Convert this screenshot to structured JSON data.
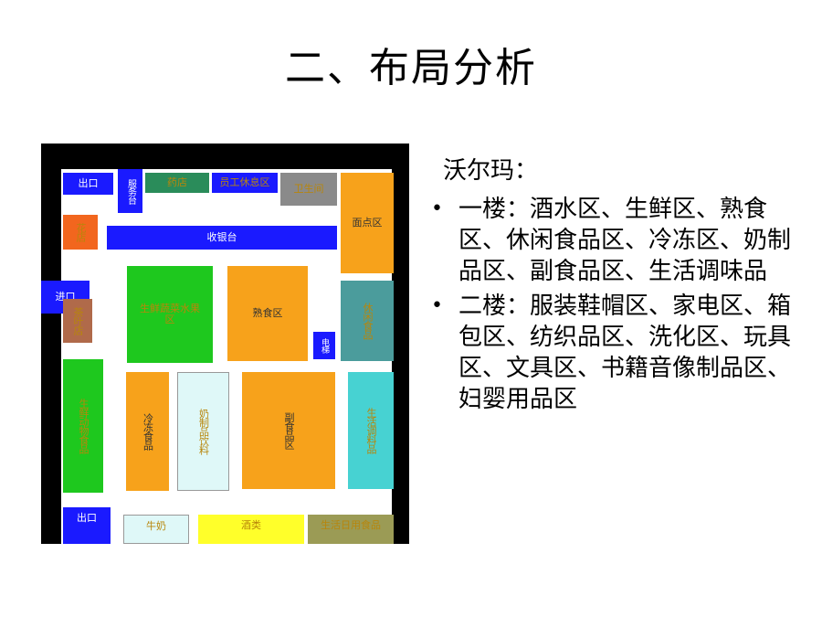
{
  "title": "二、布局分析",
  "colors": {
    "blue": "#1a1aff",
    "green": "#2a8c5a",
    "grey": "#8a8a8a",
    "orange": "#f7a21b",
    "brightgreen": "#1ec81e",
    "teal": "#4b9c9c",
    "cyan": "#47d2d2",
    "lightcyan": "#dff8f8",
    "yellow": "#ffff2a",
    "olive": "#9b9b55",
    "brown": "#b06a4a",
    "darkorange": "#f2661e"
  },
  "plan": {
    "exit_top": "出口",
    "service_desk": "服务台",
    "pharmacy": "药店",
    "staff_lounge": "员工休息区",
    "restroom": "卫生间",
    "bakery": "面点区",
    "flower_shop": "花店",
    "checkout": "收银台",
    "entrance": "进口",
    "produce": "生鲜蔬菜水果区",
    "deli": "熟食区",
    "snacks": "休闲食品",
    "tea_shop": "茶叶店",
    "elevator": "电梯",
    "fresh_animal": "生鲜动物食品",
    "frozen": "冷冻食品",
    "dairy_drinks": "奶制品饮料",
    "non_staple": "副食品区",
    "seasoning": "生活调料品",
    "exit_bottom": "出口",
    "milk": "牛奶",
    "liquor": "酒类",
    "daily_goods": "生活日用食品"
  },
  "side": {
    "heading": "沃尔玛：",
    "items": [
      "一楼：酒水区、生鲜区、熟食区、休闲食品区、冷冻区、奶制品区、副食品区、生活调味品",
      "二楼：服装鞋帽区、家电区、箱包区、纺织品区、洗化区、玩具区、文具区、书籍音像制品区、妇婴用品区"
    ]
  }
}
